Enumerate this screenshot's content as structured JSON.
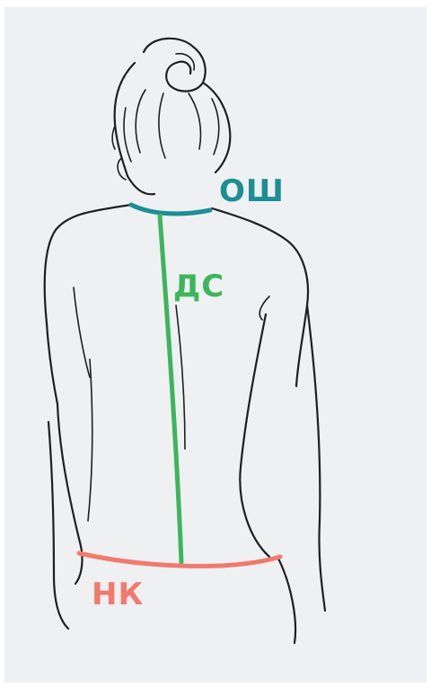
{
  "labels": {
    "neck": "ОШ",
    "back_length": "ДС",
    "waist": "НК"
  },
  "colors": {
    "neck": "#1c8f94",
    "back_length": "#3db55c",
    "waist": "#f07a6e",
    "outline": "#1f1f22",
    "background": "#eff0f2"
  }
}
